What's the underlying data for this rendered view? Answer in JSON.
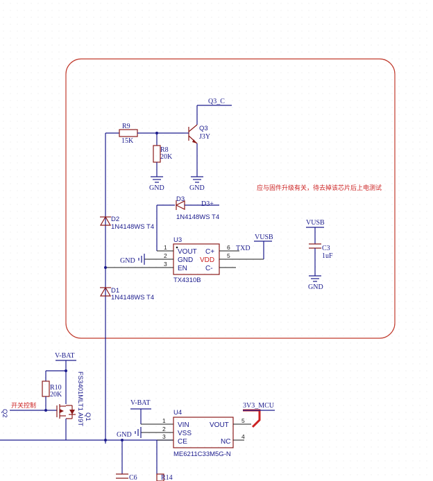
{
  "labels": {
    "q3c": "Q3_C",
    "r9": "R9",
    "r9v": "15K",
    "r8": "R8",
    "r8v": "20K",
    "q3": "Q3",
    "q3v": "J3Y",
    "gnd": "GND",
    "d3": "D3",
    "d3net": "D3+",
    "d3v": "1N4148WS T4",
    "d2": "D2",
    "d2v": "1N4148WS T4",
    "d1": "D1",
    "d1v": "1N4148WS T4",
    "u3": "U3",
    "u3v": "TX4310B",
    "vusb": "VUSB",
    "txd": "TXD",
    "c3": "C3",
    "c3v": "1uF",
    "note": "应与固件升级有关，待去掉该芯片后上电测试",
    "vbat": "V-BAT",
    "r10": "R10",
    "r10v": "20K",
    "q1": "Q1",
    "q1v": "FS3401MLT1 AI9T",
    "ctrl": "开关控制",
    "q2": "Q2",
    "u4": "U4",
    "u4v": "ME6211C33M5G-N",
    "v3v3": "3V3_MCU",
    "c6": "C6",
    "r14": "R14",
    "gnd_pin": "GND"
  },
  "u3_pins": {
    "p1": "1",
    "p2": "2",
    "p3": "3",
    "p5": "5",
    "p6": "6",
    "vout": "VOUT",
    "gnd": "GND",
    "en": "EN",
    "cp": "C+",
    "vdd": "VDD",
    "cm": "C-"
  },
  "u4_pins": {
    "p1": "1",
    "p2": "2",
    "p3": "3",
    "p4": "4",
    "p5": "5",
    "vin": "VIN",
    "vss": "VSS",
    "ce": "CE",
    "vout": "VOUT",
    "nc": "NC"
  }
}
